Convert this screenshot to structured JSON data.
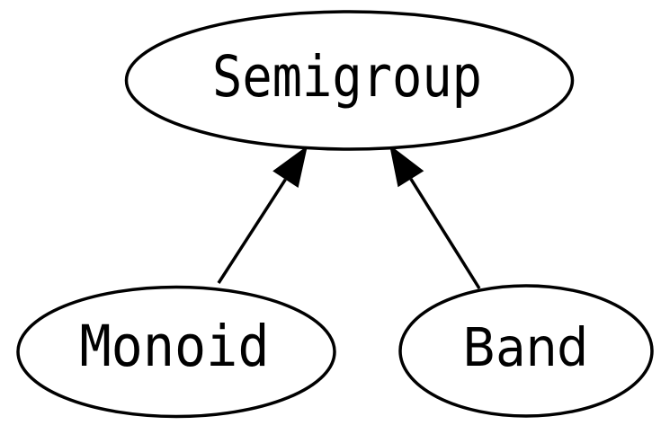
{
  "diagram": {
    "type": "directed-graph",
    "background_color": "#ffffff",
    "line_color": "#000000",
    "text_color": "#000000",
    "node_fill_color": "#ffffff",
    "nodes": [
      {
        "id": "semigroup",
        "label": "Semigroup"
      },
      {
        "id": "monoid",
        "label": "Monoid"
      },
      {
        "id": "band",
        "label": "Band"
      }
    ],
    "edges": [
      {
        "from": "Monoid",
        "to": "Semigroup",
        "style": "solid-filled-arrowhead"
      },
      {
        "from": "Band",
        "to": "Semigroup",
        "style": "solid-filled-arrowhead"
      }
    ]
  }
}
